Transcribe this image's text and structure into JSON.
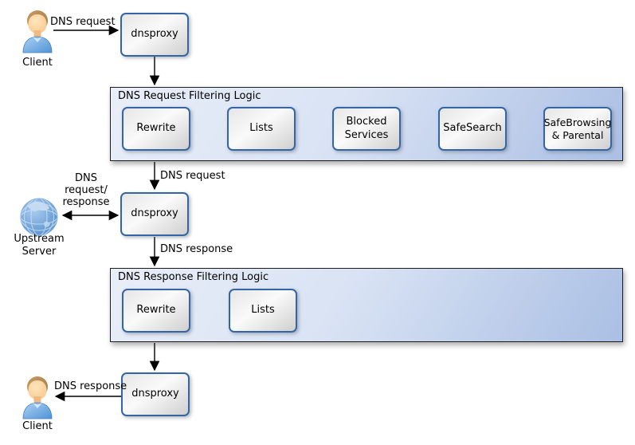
{
  "actors": {
    "client_top": {
      "label": "Client"
    },
    "upstream_server": {
      "label": "Upstream Server"
    },
    "client_bottom": {
      "label": "Client"
    }
  },
  "nodes": {
    "dnsproxy_top": {
      "label": "dnsproxy"
    },
    "dnsproxy_middle": {
      "label": "dnsproxy"
    },
    "dnsproxy_bottom": {
      "label": "dnsproxy"
    }
  },
  "groups": {
    "request_filtering": {
      "title": "DNS Request Filtering Logic",
      "steps": [
        "Rewrite",
        "Lists",
        "Blocked Services",
        "SafeSearch",
        "SafeBrowsing & Parental"
      ]
    },
    "response_filtering": {
      "title": "DNS Response Filtering Logic",
      "steps": [
        "Rewrite",
        "Lists"
      ]
    }
  },
  "edge_labels": {
    "client_to_dnsproxy": "DNS request",
    "filtering_to_dnsproxy": "DNS request",
    "upstream_exchange": "DNS request/ response",
    "dnsproxy_to_response_filtering": "DNS response",
    "dnsproxy_to_client": "DNS response"
  },
  "colors": {
    "node_border": "#3465a4",
    "node_fill_light": "#fafafa",
    "node_fill_dark": "#cfcfcf",
    "group_fill_light": "#e9eef8",
    "group_fill_dark": "#aabfe4",
    "group_border": "#1e1e1e",
    "arrow": "#000000",
    "shirt_blue": "#5e9ddb",
    "hair_brown": "#b3824e",
    "globe_blue": "#5e97d4"
  }
}
